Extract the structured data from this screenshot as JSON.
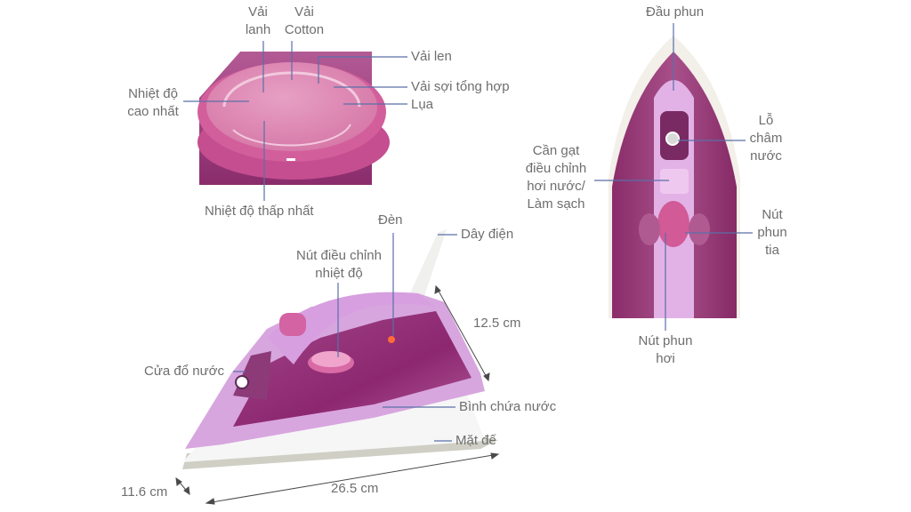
{
  "colors": {
    "background": "#ffffff",
    "label_text": "#6e6e6e",
    "leader_line": "#5a6fa8",
    "iron_body_light": "#d9a8e0",
    "iron_tank": "#8e2a6e",
    "dial_pink": "#d9669e",
    "soleplate_white": "#f4f4f4"
  },
  "dial_view": {
    "labels": {
      "vai_lanh": [
        "Vải",
        "lanh"
      ],
      "vai_cotton": [
        "Vải",
        "Cotton"
      ],
      "vai_len": "Vải len",
      "vai_soi_tong_hop": "Vải sợi tổng hợp",
      "lua": "Lụa",
      "nhiet_do_cao_nhat": [
        "Nhiệt độ",
        "cao nhất"
      ],
      "nhiet_do_thap_nhat": "Nhiệt độ thấp nhất"
    }
  },
  "side_view": {
    "labels": {
      "den": "Đèn",
      "day_dien": "Dây điện",
      "nut_dieu_chinh_nhiet_do": [
        "Nút điều chỉnh",
        "nhiệt độ"
      ],
      "cua_do_nuoc": "Cửa đổ nước",
      "binh_chua_nuoc": "Bình chứa nước",
      "mat_de": "Mặt đế"
    },
    "dimensions": {
      "height": "12.5 cm",
      "length": "26.5 cm",
      "width": "11.6 cm"
    }
  },
  "top_view": {
    "labels": {
      "dau_phun": "Đầu phun",
      "lo_cham_nuoc": [
        "Lỗ",
        "châm",
        "nước"
      ],
      "can_gat": [
        "Cần gạt",
        "điều chỉnh",
        "hơi nước/",
        "Làm sạch"
      ],
      "nut_phun_tia": [
        "Nút",
        "phun",
        "tia"
      ],
      "nut_phun_hoi": [
        "Nút phun",
        "hơi"
      ]
    }
  }
}
